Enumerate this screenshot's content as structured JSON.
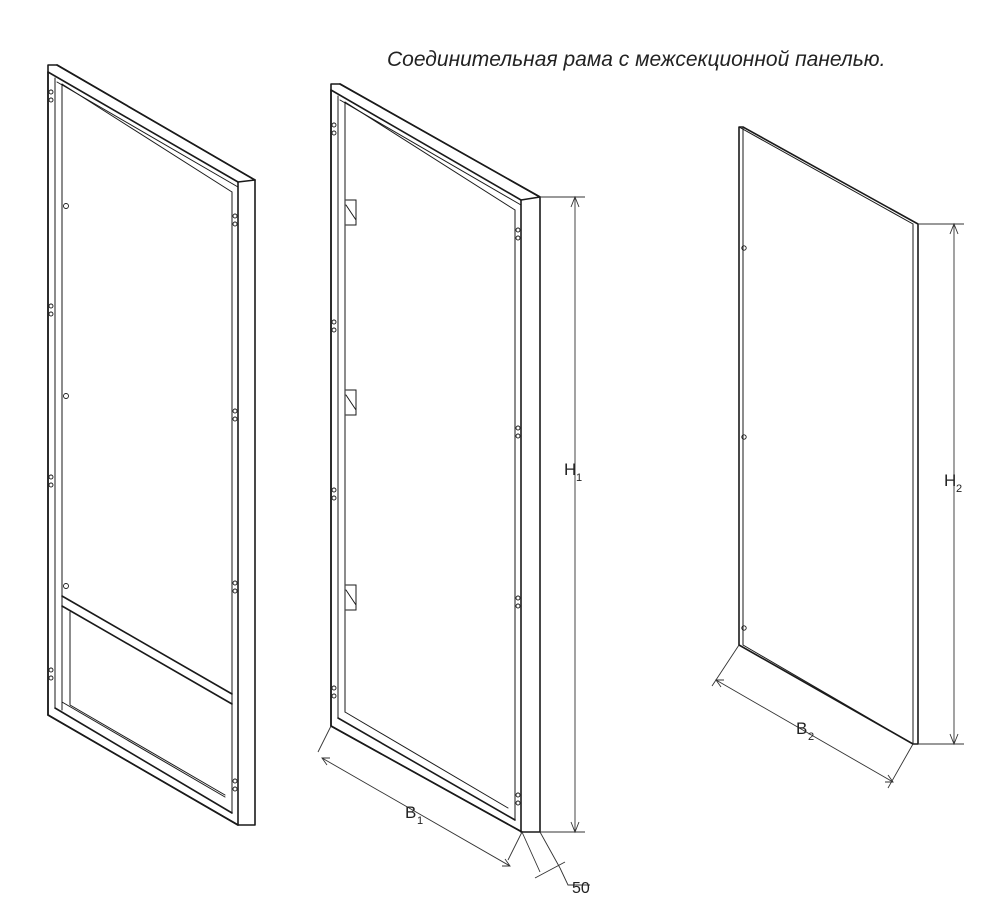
{
  "title": "Соединительная рама с межсекционной панелью.",
  "labels": {
    "h1_main": "H",
    "h1_sub": "1",
    "b1_main": "B",
    "b1_sub": "1",
    "h2_main": "H",
    "h2_sub": "2",
    "b2_main": "B",
    "b2_sub": "2",
    "depth": "50"
  },
  "colors": {
    "line": "#1a1a1a",
    "background": "#ffffff"
  }
}
